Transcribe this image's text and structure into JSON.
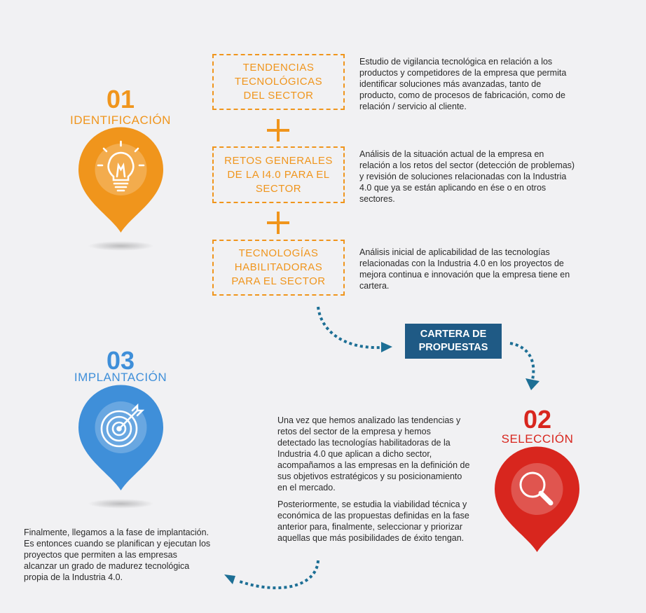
{
  "colors": {
    "orange": "#f0951c",
    "blue": "#3f8fd9",
    "red": "#d8261e",
    "navy": "#1f5a85",
    "arrow": "#1d6f95"
  },
  "step1": {
    "number": "01",
    "label": "IDENTIFICACIÓN",
    "icon": "lightbulb-icon",
    "boxes": [
      {
        "title": "TENDENCIAS TECNOLÓGICAS DEL SECTOR",
        "description": "Estudio de vigilancia tecnológica en relación a los productos y competidores de la empresa que permita identificar soluciones más avanzadas, tanto de producto, como de procesos de fabricación, como de relación / servicio al cliente."
      },
      {
        "title": "RETOS GENERALES DE LA I4.0 PARA EL SECTOR",
        "description": "Análisis de la situación actual de la empresa en relación a los retos del sector (detección de problemas) y revisión de soluciones relacionadas con la Industria 4.0 que ya se están aplicando en ése o en otros sectores."
      },
      {
        "title": "TECNOLOGÍAS HABILITADORAS PARA EL SECTOR",
        "description": "Análisis inicial de aplicabilidad de las tecnologías relacionadas con la Industria 4.0 en los proyectos de mejora continua e innovación que la empresa tiene en cartera."
      }
    ]
  },
  "cartera": {
    "label": "CARTERA DE\nPROPUESTAS"
  },
  "step2": {
    "number": "02",
    "label": "SELECCIÓN",
    "icon": "magnifier-icon",
    "paragraphs": [
      "Una vez que hemos analizado las tendencias y retos del sector de la empresa y hemos detectado las tecnologías habilitadoras de la Industria 4.0 que aplican a dicho sector, acompañamos a las empresas en la definición de sus objetivos estratégicos y su posicionamiento en el mercado.",
      "Posteriormente, se estudia la viabilidad técnica y económica de las propuestas definidas en la fase anterior para, finalmente, seleccionar y priorizar aquellas que más posibilidades de éxito tengan."
    ]
  },
  "step3": {
    "number": "03",
    "label": "IMPLANTACIÓN",
    "icon": "target-icon",
    "description": "Finalmente, llegamos a la fase de implantación. Es entonces cuando se planifican y ejecutan los proyectos que permiten a las empresas alcanzar un grado de madurez tecnológica propia de la Industria 4.0."
  }
}
